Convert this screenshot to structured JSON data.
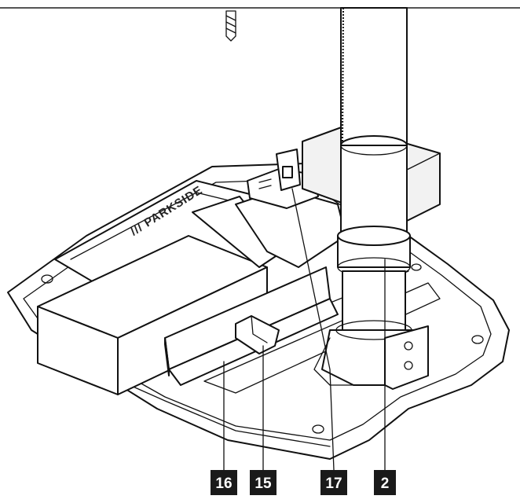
{
  "diagram": {
    "logo_text": "/// PARKSIDE",
    "callouts": [
      {
        "id": "16",
        "label": "16"
      },
      {
        "id": "15",
        "label": "15"
      },
      {
        "id": "17",
        "label": "17"
      },
      {
        "id": "2",
        "label": "2"
      }
    ],
    "colors": {
      "line": "#111111",
      "fill": "#ffffff",
      "callout_bg": "#1a1a1a",
      "callout_text": "#ffffff"
    }
  }
}
